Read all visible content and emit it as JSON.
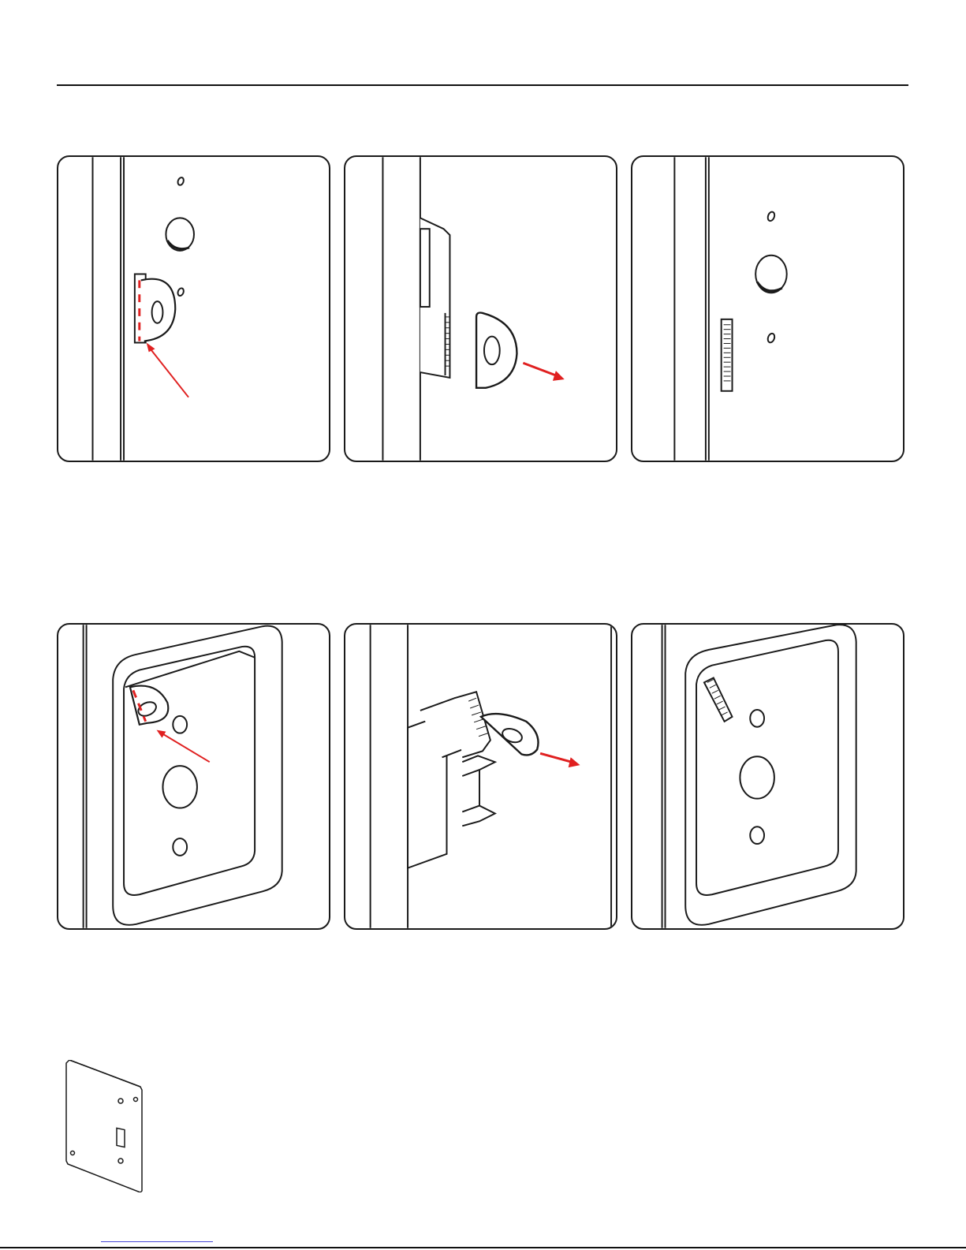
{
  "colors": {
    "stroke": "#1a1a1a",
    "accent_red": "#e02020",
    "fill_gray": "#eeeeee",
    "link_blue": "#4a4ad8"
  },
  "panels": [
    {
      "id": "p1",
      "description_icon": "clip-tab-installed-icon"
    },
    {
      "id": "p2",
      "description_icon": "tab-removal-icon"
    },
    {
      "id": "p3",
      "description_icon": "clip-removed-icon"
    },
    {
      "id": "p4",
      "description_icon": "framed-plate-tab-icon"
    },
    {
      "id": "p5",
      "description_icon": "bracket-tab-removal-icon"
    },
    {
      "id": "p6",
      "description_icon": "framed-plate-clip-icon"
    }
  ],
  "thumbnail": {
    "icon": "switch-plate-icon"
  }
}
